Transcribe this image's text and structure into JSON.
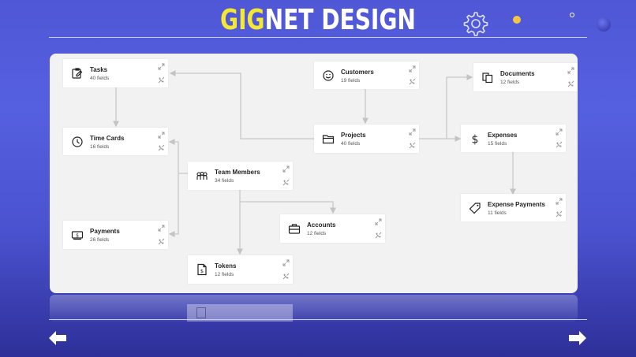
{
  "header": {
    "title_part1": "GIG",
    "title_part2": "NET DESIGN"
  },
  "icons": {
    "settings": "gear-icon",
    "prev": "arrow-left-icon",
    "next": "arrow-right-icon"
  },
  "colors": {
    "accent": "#f5e830",
    "background": "#4f57d6",
    "panel": "#f2f2f2"
  },
  "tables": [
    {
      "id": "tasks",
      "name": "Tasks",
      "fields": "40 fields",
      "icon": "task-edit-icon"
    },
    {
      "id": "timecards",
      "name": "Time Cards",
      "fields": "16 fields",
      "icon": "clock-icon"
    },
    {
      "id": "payments",
      "name": "Payments",
      "fields": "26 fields",
      "icon": "cash-icon"
    },
    {
      "id": "teammembers",
      "name": "Team Members",
      "fields": "34 fields",
      "icon": "team-icon"
    },
    {
      "id": "tokens",
      "name": "Tokens",
      "fields": "12 fields",
      "icon": "dollar-document-icon"
    },
    {
      "id": "customers",
      "name": "Customers",
      "fields": "19 fields",
      "icon": "smiley-icon"
    },
    {
      "id": "projects",
      "name": "Projects",
      "fields": "40 fields",
      "icon": "folder-icon"
    },
    {
      "id": "accounts",
      "name": "Accounts",
      "fields": "12 fields",
      "icon": "briefcase-icon"
    },
    {
      "id": "documents",
      "name": "Documents",
      "fields": "12 fields",
      "icon": "documents-icon"
    },
    {
      "id": "expenses",
      "name": "Expenses",
      "fields": "15 fields",
      "icon": "dollar-icon"
    },
    {
      "id": "expensepayments",
      "name": "Expense Payments",
      "fields": "11 fields",
      "icon": "tag-icon"
    }
  ]
}
